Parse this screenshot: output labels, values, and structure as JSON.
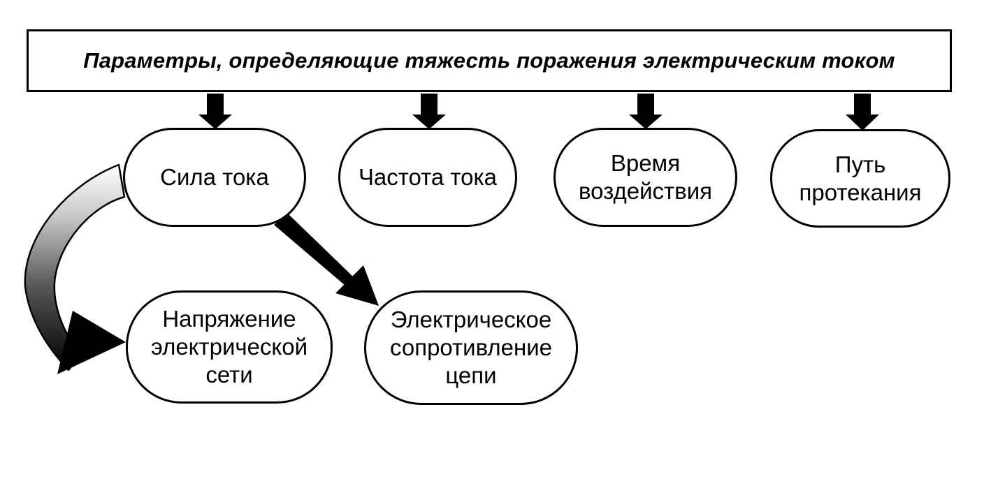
{
  "title": "Параметры, определяющие тяжесть поражения электрическим током",
  "nodes": {
    "current": "Сила тока",
    "frequency": "Частота тока",
    "time": "Время\nвоздействия",
    "path": "Путь\nпротекания",
    "voltage": "Напряжение\nэлектрической\nсети",
    "resistance": "Электрическое\nсопротивление\nцепи"
  },
  "colors": {
    "stroke": "#000000",
    "background": "#ffffff"
  }
}
